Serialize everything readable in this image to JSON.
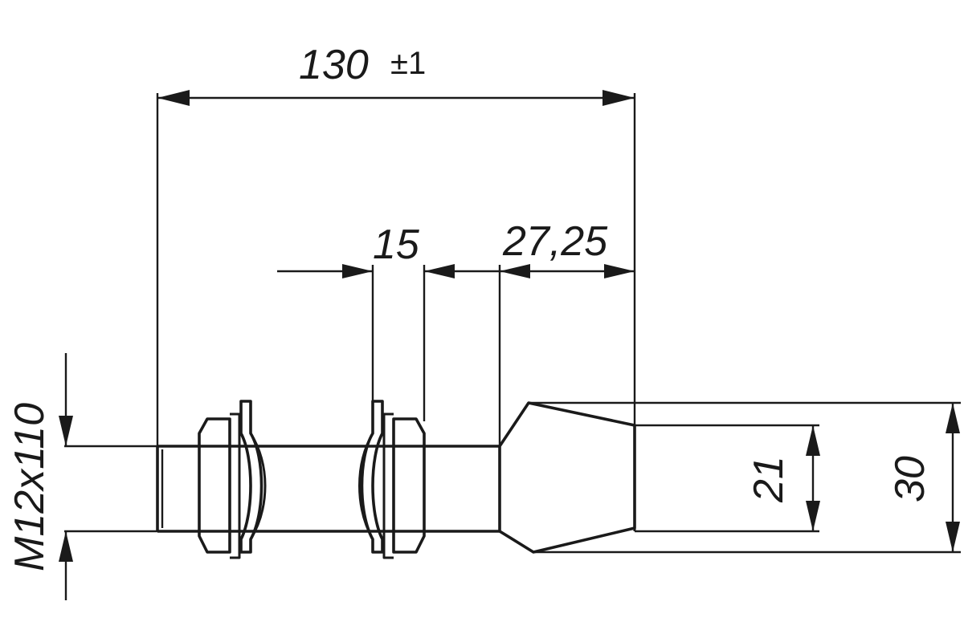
{
  "dimensions": {
    "overall_length": {
      "value": "130",
      "tolerance": "±1"
    },
    "nut_gap": "15",
    "head_length": "27,25",
    "head_small_diameter": "21",
    "head_large_diameter": "30",
    "thread": "M12x110"
  }
}
